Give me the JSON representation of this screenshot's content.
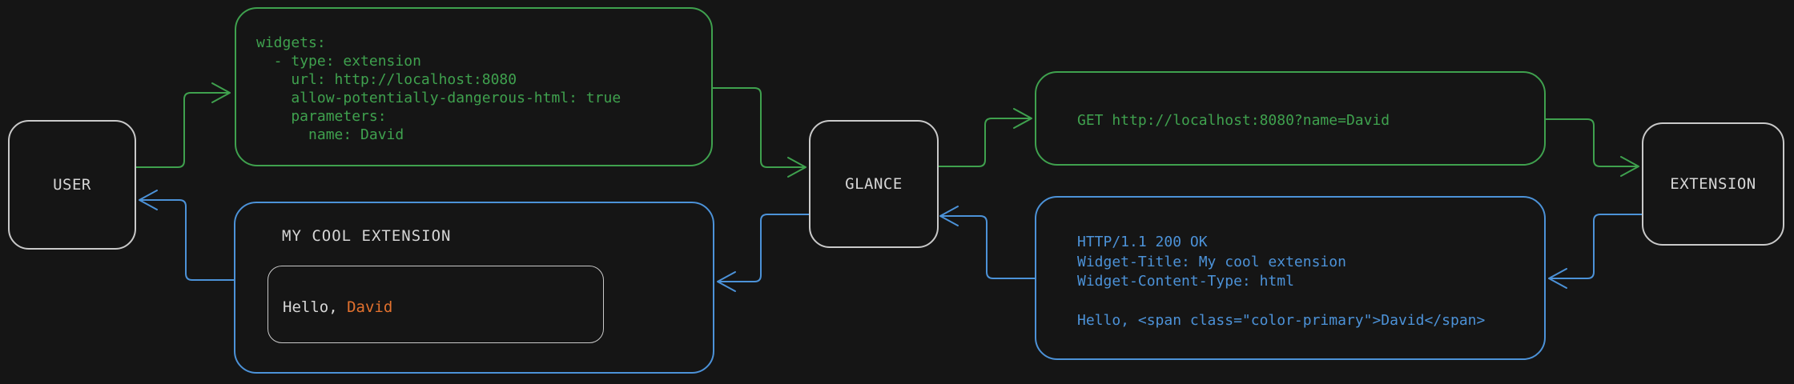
{
  "colors": {
    "bg": "#151515",
    "green": "#3FA14E",
    "blue": "#4C92D8",
    "gray": "#C9C9C9",
    "light": "#D6D6D6",
    "orange": "#E2712E"
  },
  "nodes": {
    "user": {
      "label": "USER"
    },
    "glance": {
      "label": "GLANCE"
    },
    "extension": {
      "label": "EXTENSION"
    }
  },
  "config_box": {
    "code": "widgets:\n  - type: extension\n    url: http://localhost:8080\n    allow-potentially-dangerous-html: true\n    parameters:\n      name: David"
  },
  "request_box": {
    "text": "GET http://localhost:8080?name=David"
  },
  "response_box": {
    "text": "HTTP/1.1 200 OK\nWidget-Title: My cool extension\nWidget-Content-Type: html\n\nHello, <span class=\"color-primary\">David</span>"
  },
  "widget_box": {
    "title": "MY COOL EXTENSION",
    "greeting_prefix": "Hello, ",
    "greeting_name": "David"
  }
}
